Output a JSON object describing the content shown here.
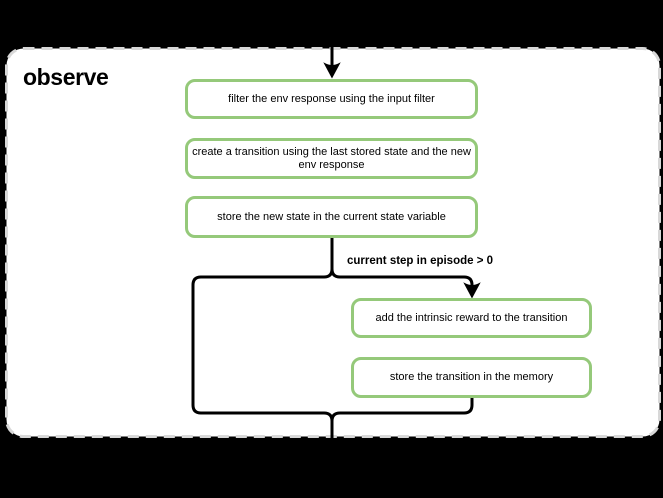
{
  "diagram": {
    "group_label": "observe",
    "nodes": [
      {
        "id": "filter-env-response",
        "label": "filter the env response using the input filter"
      },
      {
        "id": "create-transition",
        "label": "create a transition using the last stored state and the new env response"
      },
      {
        "id": "store-new-state",
        "label": "store the new state in the current state variable"
      },
      {
        "id": "add-intrinsic-reward",
        "label": "add the intrinsic reward to the transition"
      },
      {
        "id": "store-transition",
        "label": "store the transition in the memory"
      }
    ],
    "condition_label": "current step in episode > 0"
  },
  "colors": {
    "background": "#000000",
    "frame_fill": "#ffffff",
    "frame_border": "#d8d8d8",
    "node_border": "#95c97a",
    "node_fill": "#ffffff",
    "connector": "#000000",
    "text": "#000000"
  }
}
